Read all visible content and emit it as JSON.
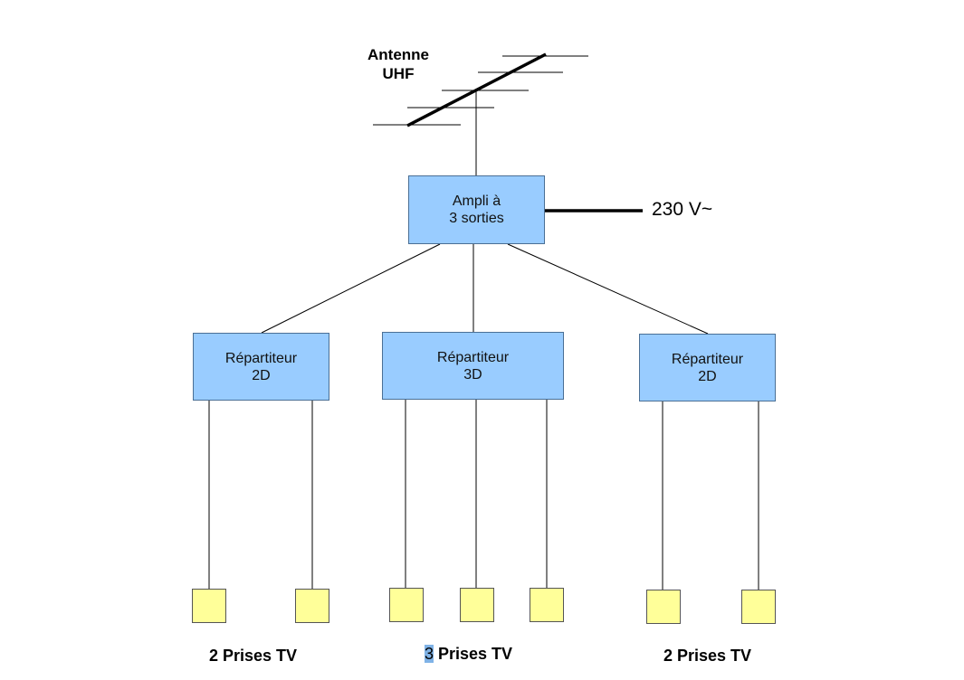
{
  "antenna": {
    "line1": "Antenne",
    "line2": "UHF"
  },
  "power": {
    "label": "230 V~"
  },
  "amplifier": {
    "line1": "Ampli à",
    "line2": "3 sorties"
  },
  "splitters": [
    {
      "line1": "Répartiteur",
      "line2": "2D"
    },
    {
      "line1": "Répartiteur",
      "line2": "3D"
    },
    {
      "line1": "Répartiteur",
      "line2": "2D"
    }
  ],
  "socket_groups": [
    {
      "count": "2",
      "text": " Prises TV"
    },
    {
      "count": "3",
      "text": " Prises TV"
    },
    {
      "count": "2",
      "text": " Prises TV"
    }
  ],
  "colors": {
    "box_fill": "#99ccff",
    "socket_fill": "#ffff99",
    "line": "#000000"
  }
}
